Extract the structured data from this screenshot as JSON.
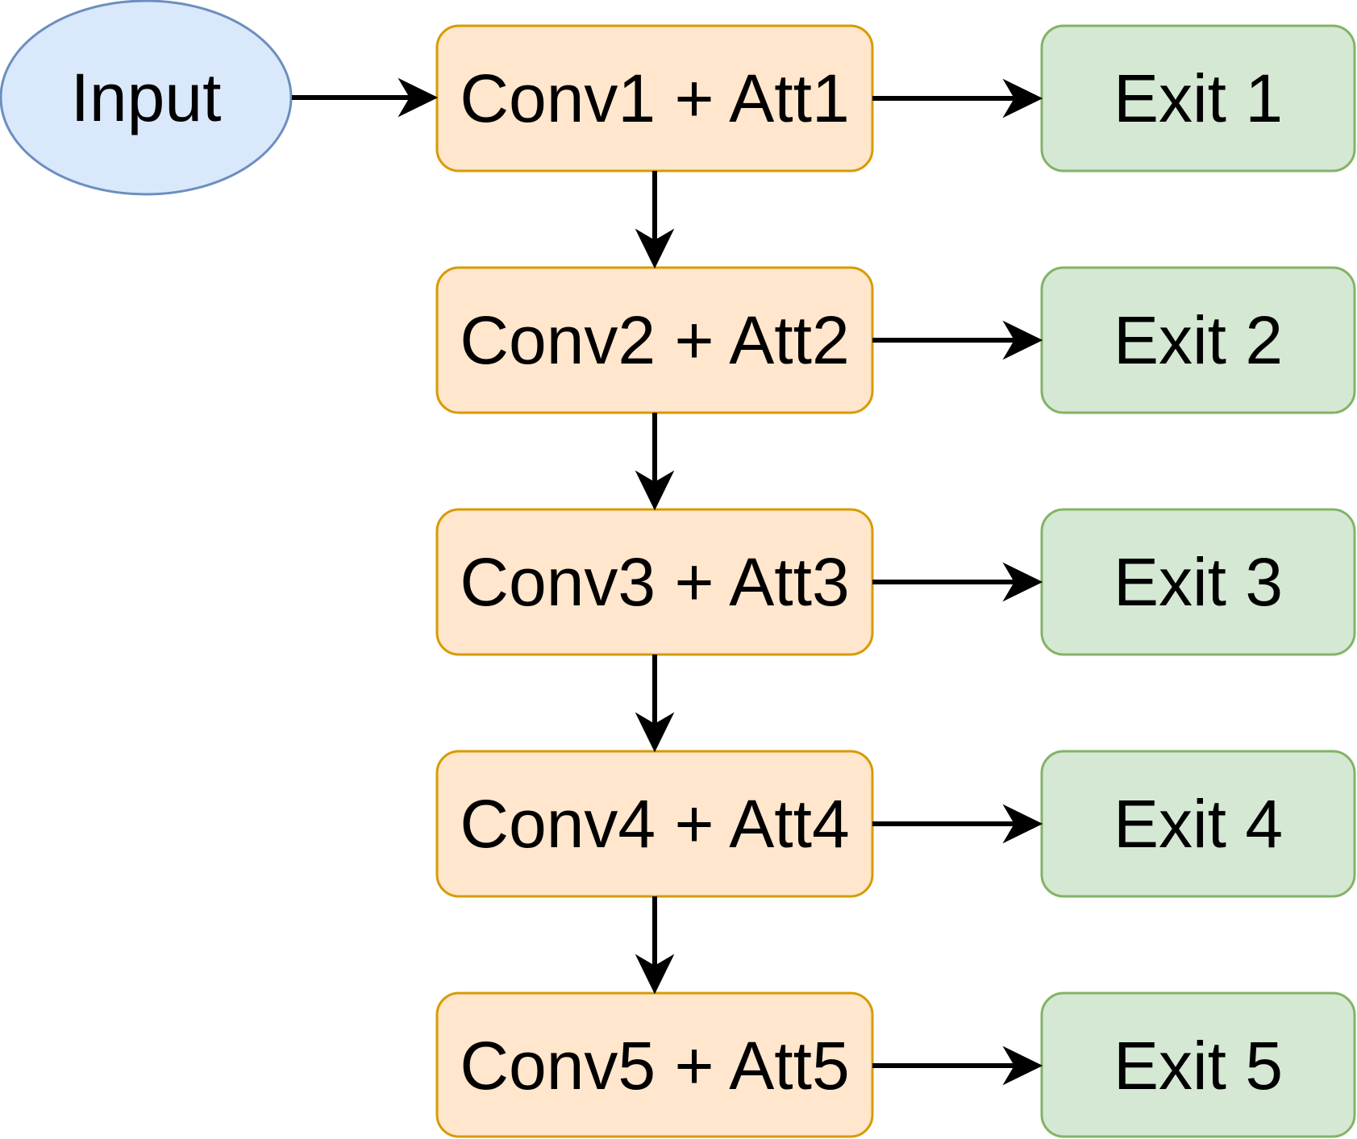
{
  "colors": {
    "input_fill": "#dae8fc",
    "input_stroke": "#6c8ebf",
    "block_fill": "#ffe6cc",
    "block_stroke": "#d79b00",
    "exit_fill": "#d5e8d4",
    "exit_stroke": "#82b366",
    "edge": "#000000"
  },
  "input": {
    "label": "Input"
  },
  "blocks": [
    {
      "label": "Conv1 + Att1"
    },
    {
      "label": "Conv2 + Att2"
    },
    {
      "label": "Conv3 + Att3"
    },
    {
      "label": "Conv4 + Att4"
    },
    {
      "label": "Conv5 + Att5"
    }
  ],
  "exits": [
    {
      "label": "Exit 1"
    },
    {
      "label": "Exit 2"
    },
    {
      "label": "Exit 3"
    },
    {
      "label": "Exit 4"
    },
    {
      "label": "Exit 5"
    }
  ]
}
